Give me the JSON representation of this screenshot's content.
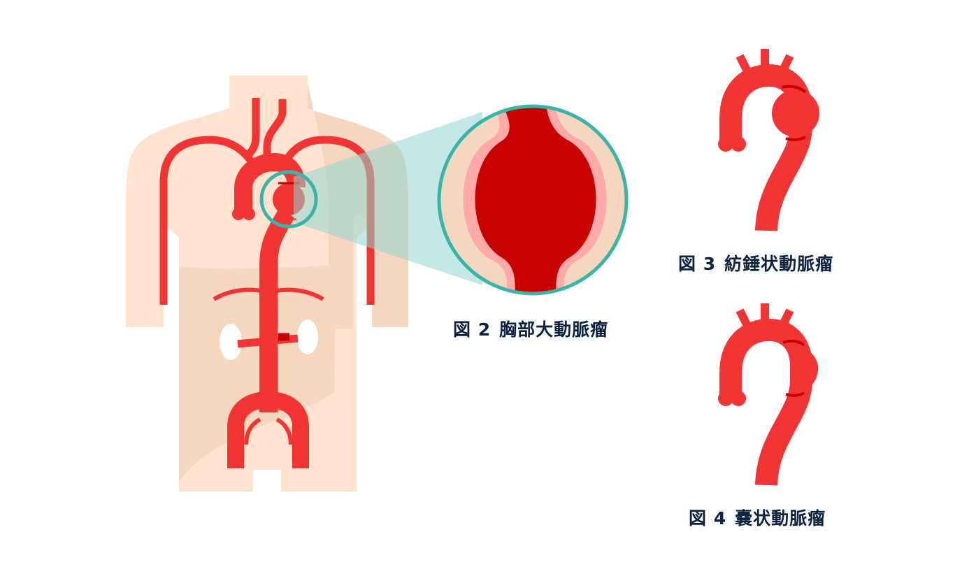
{
  "figures": [
    {
      "id": "fig2",
      "number": "図 2",
      "title": "胸部大動脈瘤"
    },
    {
      "id": "fig3",
      "number": "図 3",
      "title": "紡錘状動脈瘤"
    },
    {
      "id": "fig4",
      "number": "図 4",
      "title": "嚢状動脈瘤"
    }
  ],
  "colors": {
    "skin_light": "#ffe3cf",
    "skin_shadow": "#f5d6bf",
    "artery": "#f23434",
    "artery_dark": "#c90000",
    "vessel_wall": "#ffaaa8",
    "highlight_ring": "#38b5a8",
    "zoom_beam": "#8fd7cf",
    "caption_text": "#0d2240"
  }
}
